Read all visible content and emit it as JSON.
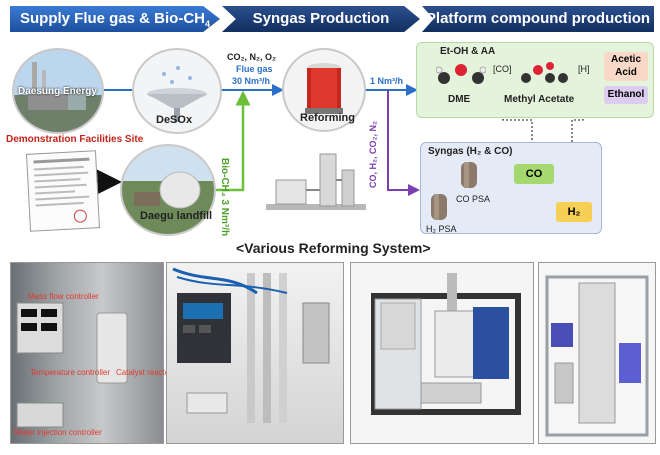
{
  "banners": {
    "supply": "Supply Flue gas & Bio-CH",
    "supply_sub": "4",
    "syngas": "Syngas Production",
    "platform": "Platform compound production"
  },
  "supply": {
    "daesung": "Daesung Energy",
    "demo_site": "Demonstration Facilities Site",
    "desox": "DeSOx",
    "daegu": "Daegu landfill"
  },
  "flow": {
    "flue_gases": "CO₂, N₂, O₂",
    "flue_gas_label": "Flue gas",
    "flue_gas_rate": "30 Nm³/h",
    "biogas": "Bio-CH₄ 3 Nm³/h",
    "syngas_rate": "1 Nm³/h",
    "syngas_gases": "CO, H₂, CO₂, N₂"
  },
  "syngas": {
    "reforming": "Reforming"
  },
  "platform": {
    "etoh_aa": "Et-OH & AA",
    "dme": "DME",
    "co_step": "[CO]",
    "methyl_acetate": "Methyl Acetate",
    "h_step": "[H]",
    "acetic_acid": "Acetic Acid",
    "ethanol": "Ethanol",
    "syngas_box": "Syngas (H₂ & CO)",
    "co_psa": "CO PSA",
    "h2_psa": "H₂ PSA",
    "co": "CO",
    "h2": "H₂"
  },
  "various": "<Various Reforming System>",
  "photo_labels": {
    "mass_flow": "Mass flow controller",
    "temp_controller": "Temperature controller",
    "catalyst_reactor": "Catalyst reactor",
    "water_injection": "Water injection controller"
  },
  "colors": {
    "blue_arrow": "#2a6fc9",
    "green_arrow": "#6bbf3a",
    "purple_arrow": "#7a3fb0",
    "platform_top_bg": "#e4f3dc",
    "platform_bottom_bg": "#e5eaf7",
    "acetic_bg": "#f8d9c8",
    "ethanol_bg": "#dcccef",
    "co_bg": "#a5d86e",
    "h2_bg": "#f7cf55"
  }
}
